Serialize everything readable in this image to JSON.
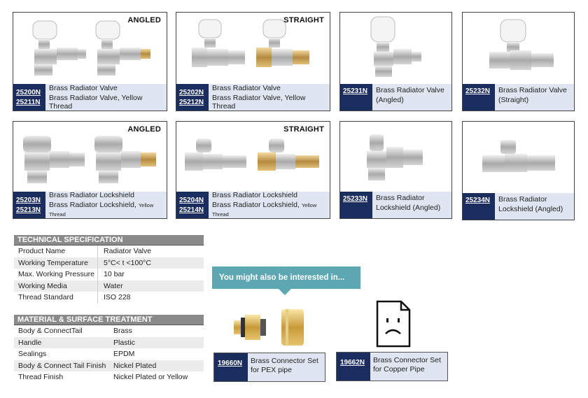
{
  "products": [
    {
      "tag": "ANGLED",
      "lines": [
        {
          "code": "25200N",
          "text": "Brass Radiator  Valve"
        },
        {
          "code": "25211N",
          "text": "Brass Radiator  Valve, Yellow Thread"
        }
      ]
    },
    {
      "tag": "STRAIGHT",
      "lines": [
        {
          "code": "25202N",
          "text": "Brass Radiator  Valve"
        },
        {
          "code": "25212N",
          "text": "Brass Radiator  Valve, Yellow Thread"
        }
      ]
    },
    {
      "tag": "",
      "code": "25231N",
      "desc": [
        "Brass Radiator  Valve",
        "(Angled)"
      ]
    },
    {
      "tag": "",
      "code": "25232N",
      "desc": [
        "Brass Radiator  Valve",
        "(Straight)"
      ]
    },
    {
      "tag": "ANGLED",
      "lines": [
        {
          "code": "25203N",
          "text": "Brass Radiator  Lockshield"
        },
        {
          "code": "25213N",
          "text": "Brass Radiator  Lockshield,",
          "small": "Yellow Thread"
        }
      ]
    },
    {
      "tag": "STRAIGHT",
      "lines": [
        {
          "code": "25204N",
          "text": "Brass Radiator  Lockshield"
        },
        {
          "code": "25214N",
          "text": "Brass Radiator  Lockshield,",
          "small": "Yellow Thread"
        }
      ]
    },
    {
      "tag": "",
      "code": "25233N",
      "desc": [
        "Brass Radiator",
        "Lockshield  (Angled)"
      ]
    },
    {
      "tag": "",
      "code": "25234N",
      "desc": [
        "Brass Radiator",
        "Lockshield  (Angled)"
      ]
    }
  ],
  "technical_spec": {
    "title": "TECHNICAL  SPECIFICATION",
    "rows": [
      {
        "key": "Product Name",
        "value": "Radiator  Valve"
      },
      {
        "key": "Working Temperature",
        "value": "5°C< t <100°C"
      },
      {
        "key": "Max. Working Pressure",
        "value": "10 bar"
      },
      {
        "key": "Working Media",
        "value": "Water"
      },
      {
        "key": "Thread Standard",
        "value": "ISO 228"
      }
    ]
  },
  "material": {
    "title": "MATERIAL & SURFACE TREATMENT",
    "rows": [
      {
        "key": "Body & ConnectTail",
        "value": "Brass"
      },
      {
        "key": "Handle",
        "value": "Plastic"
      },
      {
        "key": "Sealings",
        "value": "EPDM"
      },
      {
        "key": "Body & Connect  Tail Finish",
        "value": "Nickel Plated"
      },
      {
        "key": "Thread Finish",
        "value": "Nickel Plated  or Yellow"
      }
    ]
  },
  "interest": {
    "label": "You might also be interested in..."
  },
  "related": [
    {
      "code": "19660N",
      "desc": [
        "Brass Connector  Set",
        "for PEX pipe"
      ],
      "image": "connector-set-image"
    },
    {
      "code": "19662N",
      "desc": [
        "Brass Connector  Set",
        "for Copper Pipe"
      ],
      "image": "missing-image-icon"
    }
  ],
  "colors": {
    "code_bg": "#1b2d5e",
    "info_bg": "#dfe6f1",
    "spec_header": "#8a8a8a",
    "interest_banner": "#5ca7b2"
  }
}
